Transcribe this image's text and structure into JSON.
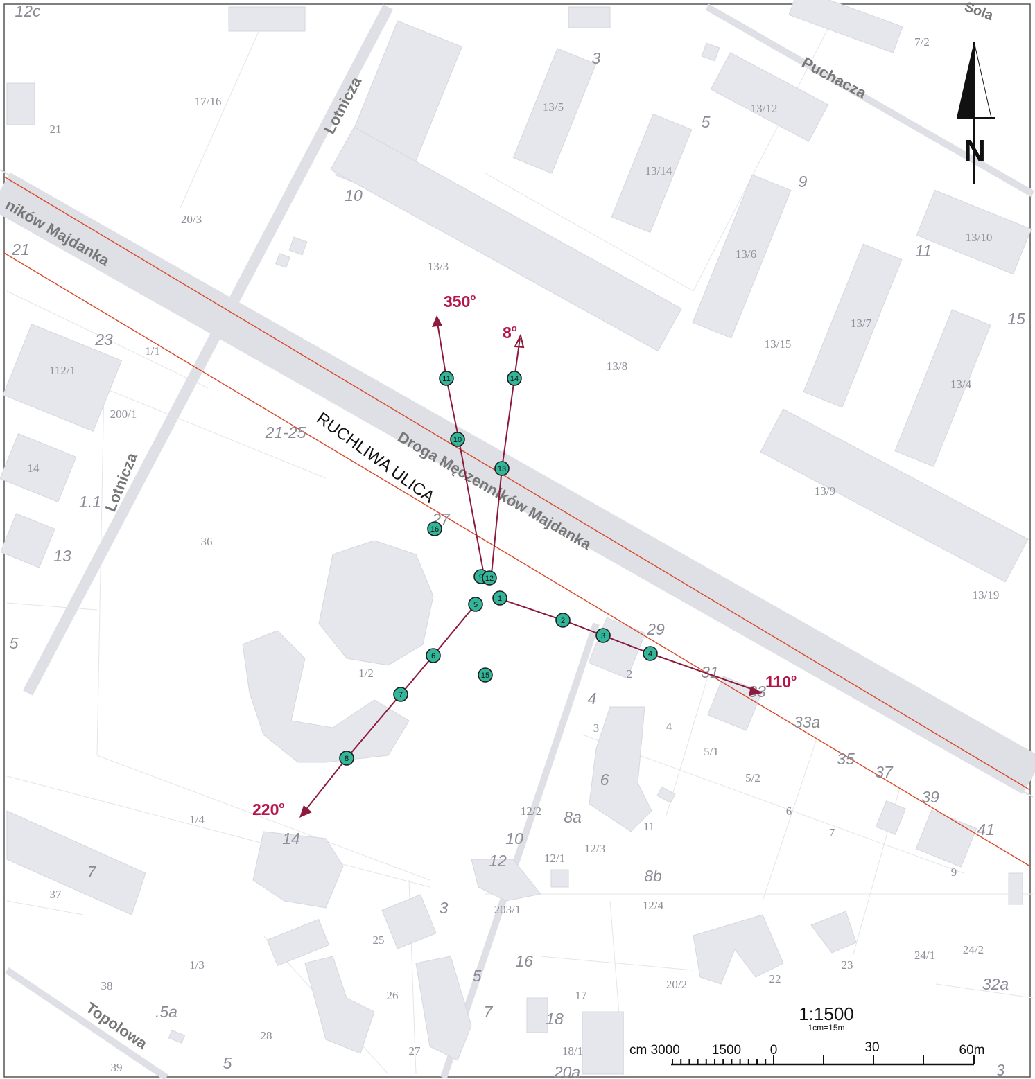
{
  "streets": {
    "lotnicza_north": "Lotnicza",
    "lotnicza_south": "Lotnicza",
    "puchacza": "Puchacza",
    "droga_main": "Droga Męczenników Majdanka",
    "droga_left": "ników Majdanka",
    "topolowa": "Topolowa",
    "busy_street": "RUCHLIWA ULICA",
    "top_right_fragment": "Sola"
  },
  "directions": {
    "north_west": "350",
    "north_east": "8",
    "east": "110",
    "south_west": "220"
  },
  "measurement_points": [
    "1",
    "2",
    "3",
    "4",
    "5",
    "6",
    "7",
    "8",
    "9",
    "10",
    "11",
    "12",
    "13",
    "14",
    "15",
    "16"
  ],
  "parcels": [
    "17/16",
    "21",
    "20/3",
    "13/5",
    "13/12",
    "13/14",
    "13/6",
    "13/10",
    "13/3",
    "13/7",
    "13/15",
    "13/8",
    "13/4",
    "112/1",
    "1/1",
    "200/1",
    "14",
    "36",
    "13/9",
    "13/19",
    "1/2",
    "2",
    "4",
    "3",
    "5/1",
    "5/2",
    "6",
    "7",
    "11",
    "12/2",
    "12/1",
    "12/3",
    "12/4",
    "1/4",
    "203/1",
    "37",
    "25",
    "1/3",
    "26",
    "38",
    "28",
    "27",
    "17",
    "18/1",
    "39",
    "20/2",
    "22",
    "23",
    "24/1",
    "24/2",
    "9",
    "7/2"
  ],
  "house_numbers": [
    "3",
    "5",
    "9",
    "10",
    "11",
    "21",
    "23",
    "21-25",
    "27",
    "1.1",
    "13",
    "5",
    "29",
    "31",
    "33",
    "33a",
    "35",
    "37",
    "39",
    "41",
    "4",
    "6",
    "8a",
    "10",
    "12",
    "8b",
    "14",
    "7",
    "3",
    "16",
    "5",
    "7",
    "18",
    "20a",
    "32a",
    ".5a",
    "5",
    "15",
    "3",
    "12c"
  ],
  "north_arrow": "N",
  "scale": {
    "ratio": "1:1500",
    "subtitle": "1cm=15m",
    "label_cm": "cm 3000",
    "label_1500": "1500",
    "label_0": "0",
    "label_30": "30",
    "label_60": "60m"
  }
}
